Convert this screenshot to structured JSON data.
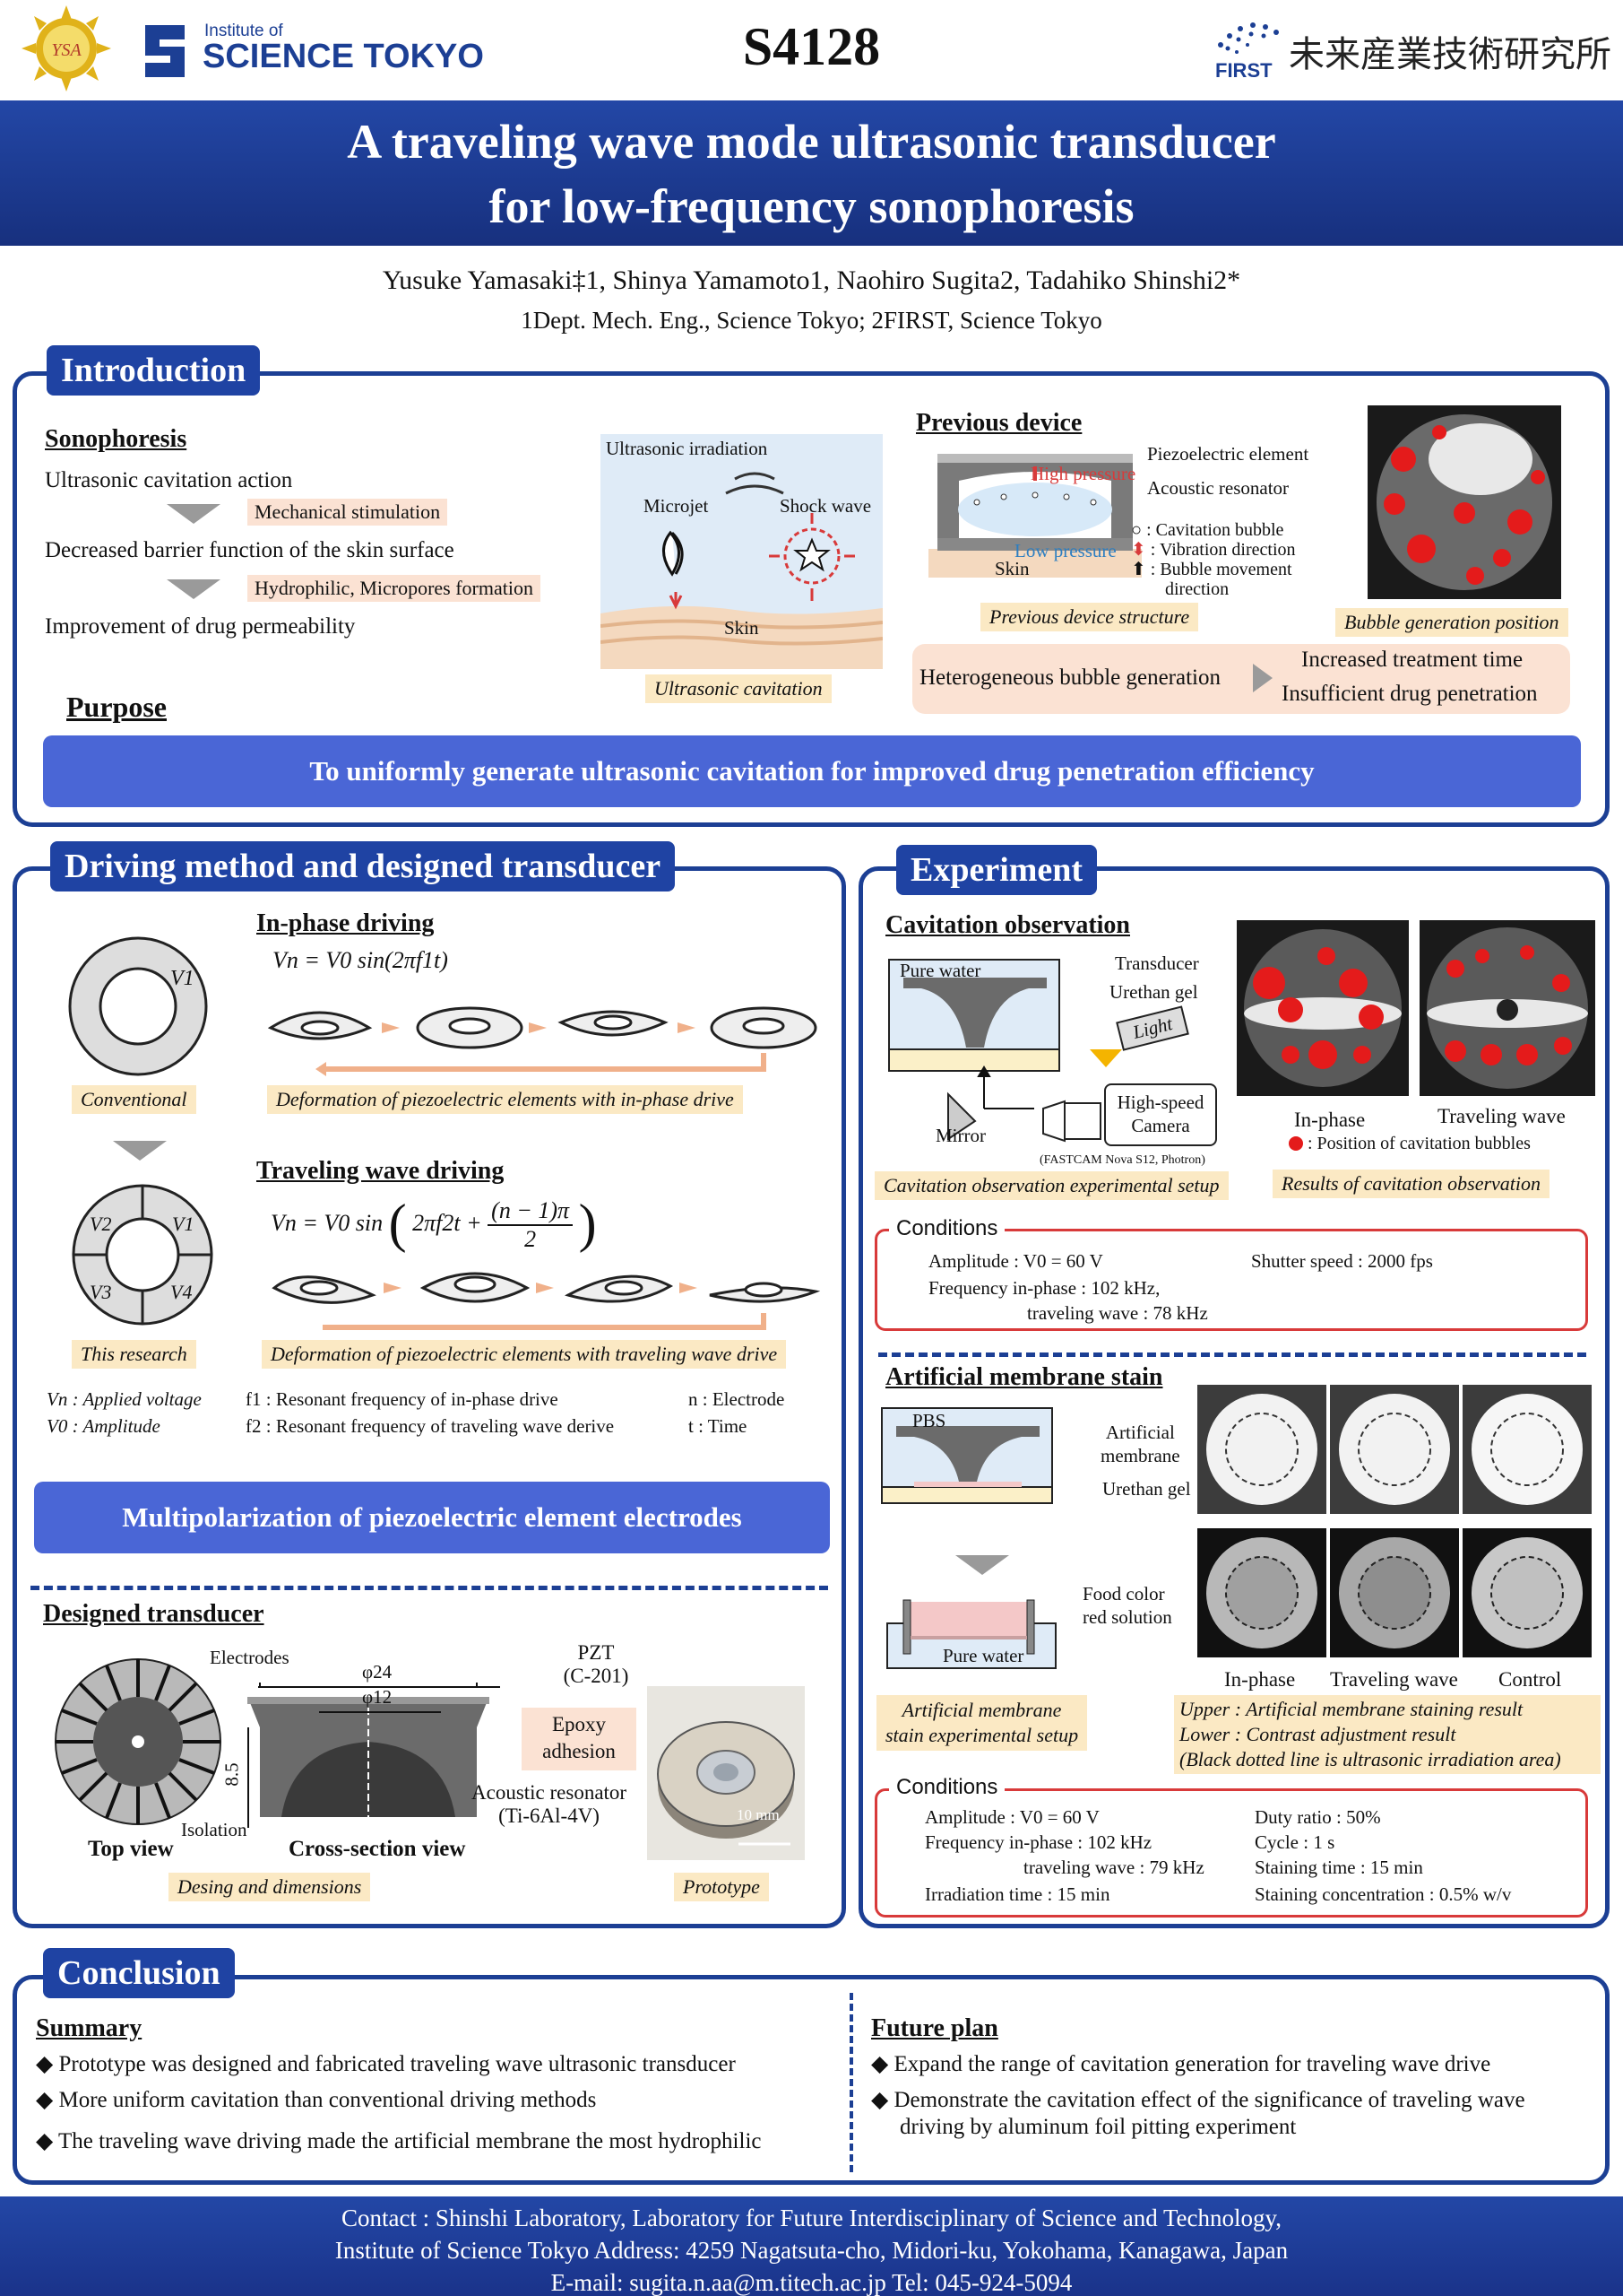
{
  "header": {
    "logo_text": "YSA",
    "institute_small": "Institute of",
    "institute_big": "SCIENCE TOKYO",
    "poster_code": "S4128",
    "first_logo": "FIRST",
    "first_jp": "未来産業技術研究所"
  },
  "title": {
    "line1": "A traveling wave mode ultrasonic transducer",
    "line2": "for low-frequency sonophoresis"
  },
  "authors": "Yusuke Yamasaki‡1,  Shinya Yamamoto1,  Naohiro Sugita2,  Tadahiko Shinshi2*",
  "affiliation": "1Dept. Mech. Eng., Science Tokyo;  2FIRST, Science Tokyo",
  "intro": {
    "title": "Introduction",
    "sono_head": "Sonophoresis",
    "line1": "Ultrasonic cavitation action",
    "tag1": "Mechanical stimulation",
    "line2": "Decreased barrier function of the skin surface",
    "tag2": "Hydrophilic, Micropores formation",
    "line3": "Improvement of drug permeability",
    "fig_irradiation": "Ultrasonic irradiation",
    "fig_microjet": "Microjet",
    "fig_shock": "Shock wave",
    "fig_skin": "Skin",
    "fig_caption": "Ultrasonic cavitation",
    "prev_head": "Previous device",
    "prev_piezo": "Piezoelectric element",
    "prev_high": "High pressure",
    "prev_acoustic": "Acoustic resonator",
    "prev_low": "Low pressure",
    "prev_skin": "Skin",
    "legend_bubble": ": Cavitation bubble",
    "legend_vibration": ": Vibration direction",
    "legend_movement": ": Bubble movement",
    "legend_direction": "direction",
    "prev_caption": "Previous device structure",
    "bubble_caption": "Bubble generation position",
    "hetero": "Heterogeneous bubble generation",
    "result1": "Increased treatment time",
    "result2": "Insufficient drug penetration",
    "purpose_head": "Purpose",
    "purpose_text": "To uniformly generate ultrasonic cavitation for improved drug penetration efficiency"
  },
  "driving": {
    "title": "Driving method and designed transducer",
    "inphase_head": "In-phase driving",
    "eq1": "Vn = V0 sin(2πf1t)",
    "conv_caption": "Conventional",
    "inphase_caption": "Deformation of piezoelectric elements with in-phase drive",
    "traveling_head": "Traveling wave driving",
    "eq2_lhs": "Vn = V0 sin",
    "eq2_mid": "2πf2t +",
    "eq2_num": "(n − 1)π",
    "eq2_den": "2",
    "research_caption": "This research",
    "traveling_caption": "Deformation of piezoelectric elements with traveling wave drive",
    "v1": "V1",
    "v2": "V2",
    "v3": "V3",
    "v4": "V4",
    "def_vn": "Vn : Applied voltage",
    "def_v0": "V0 : Amplitude",
    "def_f1": "f1 : Resonant frequency of in-phase drive",
    "def_f2": "f2 : Resonant frequency of traveling wave derive",
    "def_n": "n :  Electrode",
    "def_t": "t : Time",
    "multipol": "Multipolarization of piezoelectric element electrodes",
    "designed_head": "Designed transducer",
    "electrodes": "Electrodes",
    "isolation": "Isolation",
    "top_view": "Top view",
    "phi24": "φ24",
    "phi12": "φ12",
    "dim85": "8.5",
    "cross_view": "Cross-section view",
    "pzt": "PZT",
    "pzt_model": "(C-201)",
    "epoxy1": "Epoxy",
    "epoxy2": "adhesion",
    "acoustic1": "Acoustic resonator",
    "acoustic2": "(Ti-6Al-4V)",
    "scale": "10 mm",
    "dims_caption": "Desing and dimensions",
    "proto_caption": "Prototype"
  },
  "experiment": {
    "title": "Experiment",
    "cav_head": "Cavitation observation",
    "pure_water": "Pure water",
    "transducer": "Transducer",
    "urethan": "Urethan gel",
    "light": "Light",
    "highspeed1": "High-speed",
    "highspeed2": "Camera",
    "mirror": "Mirror",
    "fastcam": "(FASTCAM Nova S12,  Photron)",
    "setup_caption": "Cavitation observation experimental setup",
    "inphase": "In-phase",
    "traveling": "Traveling wave",
    "position_legend": ": Position of cavitation bubbles",
    "results_caption": "Results of cavitation observation",
    "cond_label": "Conditions",
    "cond1_amp": "Amplitude : V0 = 60 V",
    "cond1_shutter": "Shutter speed : 2000 fps",
    "cond1_freq": "Frequency in-phase : 102 kHz,",
    "cond1_trav": "traveling wave : 78 kHz",
    "stain_head": "Artificial membrane stain",
    "pbs": "PBS",
    "art_membrane1": "Artificial",
    "art_membrane2": "membrane",
    "urethan2": "Urethan gel",
    "food1": "Food color",
    "food2": "red solution",
    "pure_water2": "Pure water",
    "stain_caption1": "Artificial membrane",
    "stain_caption2": "stain experimental setup",
    "col_inphase": "In-phase",
    "col_traveling": "Traveling wave",
    "col_control": "Control",
    "upper": "Upper : Artificial membrane staining result",
    "lower": "Lower : Contrast adjustment result",
    "dotted": "(Black dotted line is ultrasonic irradiation area)",
    "cond2_amp": "Amplitude : V0 = 60 V",
    "cond2_freq": "Frequency in-phase : 102 kHz",
    "cond2_trav": "traveling wave : 79 kHz",
    "cond2_irr": "Irradiation time : 15 min",
    "cond2_duty": "Duty ratio : 50%",
    "cond2_cycle": "Cycle : 1 s",
    "cond2_stain_time": "Staining time : 15 min",
    "cond2_conc": "Staining concentration : 0.5% w/v"
  },
  "conclusion": {
    "title": "Conclusion",
    "summary_head": "Summary",
    "s1": "Prototype was designed and fabricated traveling wave ultrasonic transducer",
    "s2": "More uniform cavitation than conventional driving methods",
    "s3": "The traveling wave driving made the artificial membrane the most hydrophilic",
    "future_head": "Future plan",
    "f1": "Expand the range of cavitation generation for traveling wave drive",
    "f2a": "Demonstrate the cavitation effect of the significance of traveling wave",
    "f2b": "driving by aluminum foil pitting experiment"
  },
  "footer": {
    "line1": "Contact : Shinshi Laboratory, Laboratory for Future Interdisciplinary of Science and Technology,",
    "line2": "Institute of Science Tokyo   Address: 4259 Nagatsuta-cho, Midori-ku, Yokohama, Kanagawa, Japan",
    "line3": "E-mail: sugita.n.aa@m.titech.ac.jp   Tel: 045-924-5094"
  },
  "colors": {
    "navy": "#1c3f94",
    "title_band": "#2347a6",
    "purpose_bar": "#4a66d6",
    "caption_bg": "#fbe9c4",
    "tag_bg": "#fbe2d3",
    "condition_border": "#d83a3a"
  }
}
